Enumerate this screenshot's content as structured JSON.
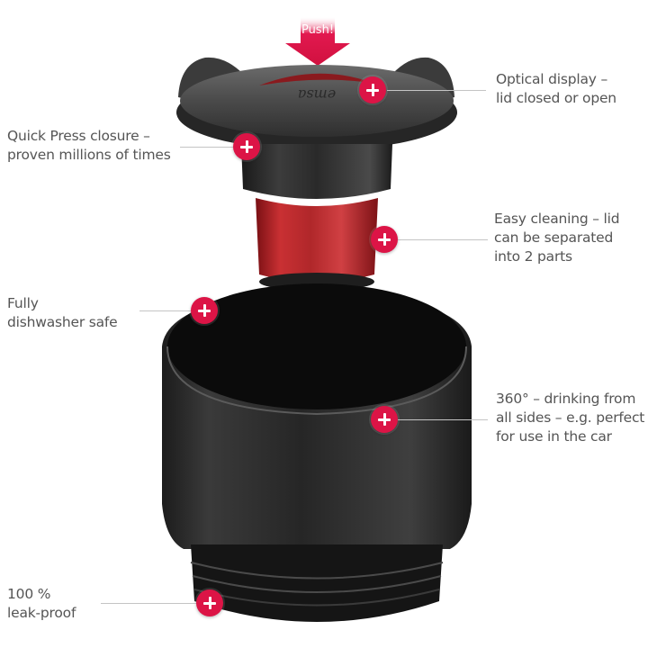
{
  "push_indicator": {
    "label": "Push!",
    "color": "#e2194f"
  },
  "colors": {
    "hotspot": "#dc1446",
    "label_text": "#555555",
    "leader_line": "#c4c4c4"
  },
  "features": [
    {
      "id": "optical-display",
      "label": "Optical display –\nlid closed or open",
      "side": "right"
    },
    {
      "id": "quick-press",
      "label": "Quick Press closure –\nproven millions of times",
      "side": "left"
    },
    {
      "id": "easy-cleaning",
      "label": "Easy cleaning – lid\ncan be separated\ninto 2 parts",
      "side": "right"
    },
    {
      "id": "dishwasher-safe",
      "label": "Fully\ndishwasher safe",
      "side": "left"
    },
    {
      "id": "drinking-360",
      "label": "360° – drinking from\nall sides – e.g. perfect\nfor use in the car",
      "side": "right"
    },
    {
      "id": "leak-proof",
      "label": "100 %\nleak-proof",
      "side": "left"
    }
  ],
  "product": {
    "lid_engraving": "emsa"
  }
}
